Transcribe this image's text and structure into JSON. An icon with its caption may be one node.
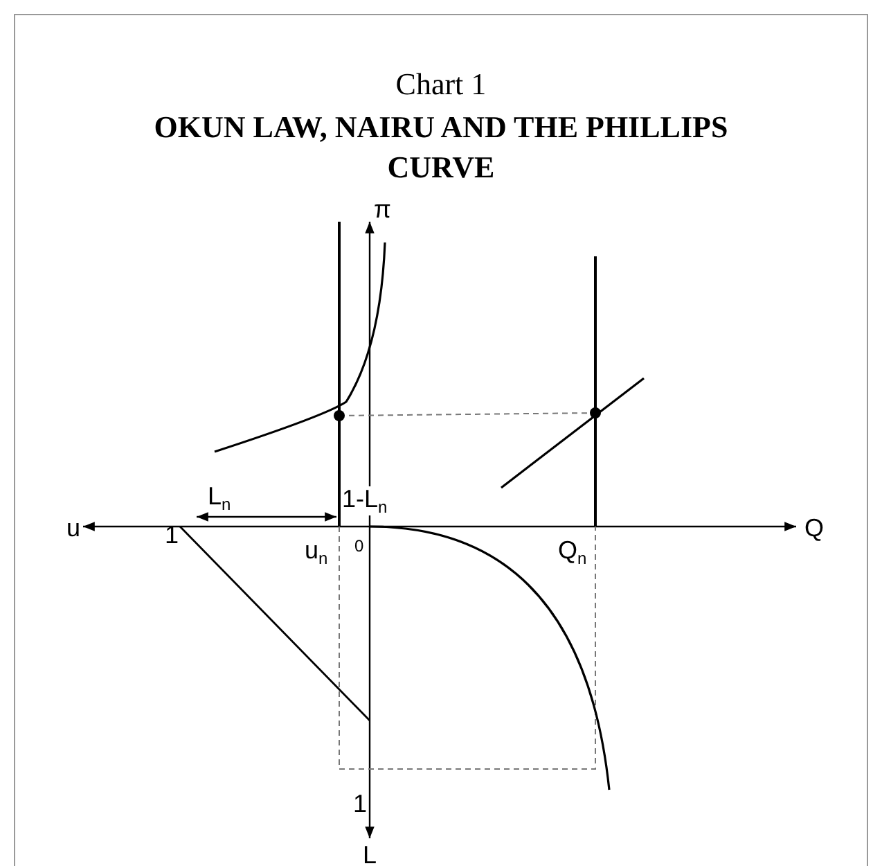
{
  "diagram": {
    "title": "OKUN LAW, NAIRU AND THE PHILLIPS CURVE",
    "labels": [
      "Chart 1",
      "π",
      "u",
      "1",
      "L$_{n}$",
      "1-L$_{n}$",
      "u$_{n}$",
      "0",
      "Q$_{n}$",
      "Q",
      "1",
      "L"
    ]
  }
}
